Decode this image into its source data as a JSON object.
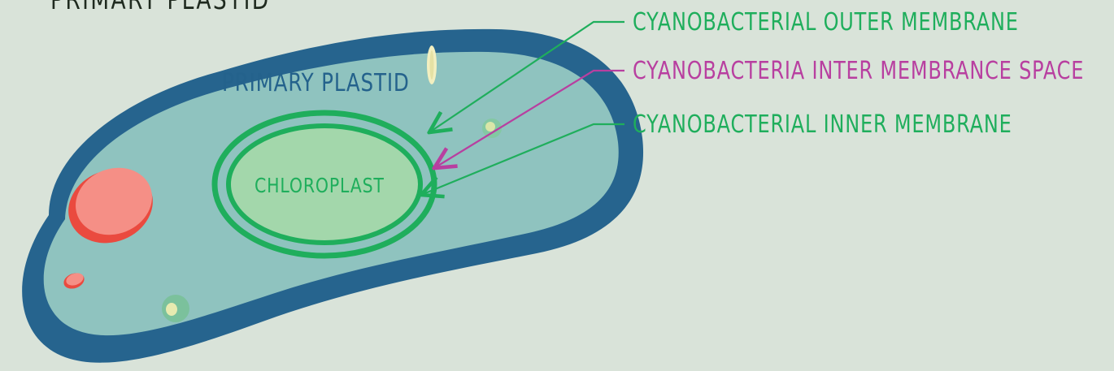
{
  "title": "PRIMARY PLASTID",
  "labels": {
    "outer_membrane": "CYANOBACTERIAL OUTER MEMBRANE",
    "inter_membrane_space": "CYANOBACTERIA INTER MEMBRANCE SPACE",
    "inner_membrane": "CYANOBACTERIAL INNER MEMBRANE",
    "primary_plastid": "PRIMARY PLASTID",
    "chloroplast": "CHLOROPLAST"
  },
  "colors": {
    "background": "#d9e3d9",
    "cell_wall": "#26648e",
    "cytoplasm": "#8fc3bf",
    "membrane_green": "#1fae5c",
    "inter_membrane": "#b83fa0",
    "chloroplast_fill": "#a3d7ab",
    "vacuole_red": "#f58f86",
    "vacuole_red_edge": "#ea4a3f",
    "title_text": "#1f2a1f",
    "plastid_text": "#24628c"
  }
}
